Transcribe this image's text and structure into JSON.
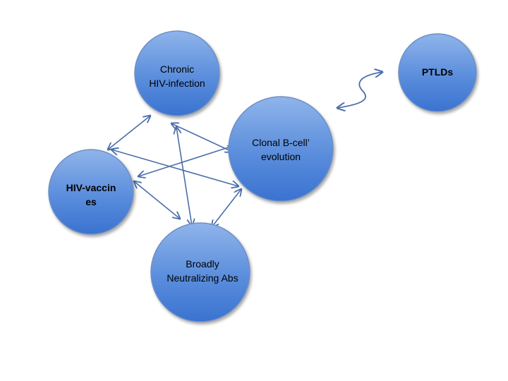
{
  "diagram": {
    "nodes": [
      {
        "id": "chronic",
        "label": "Chronic\nHIV-infection"
      },
      {
        "id": "ptlds",
        "label": "PTLDs"
      },
      {
        "id": "clonal",
        "label": "Clonal B-cell’\nevolution"
      },
      {
        "id": "vaccines",
        "label": "HIV-vaccin\nes"
      },
      {
        "id": "bnabs",
        "label": "Broadly\nNeutralizing Abs"
      }
    ],
    "edges": [
      {
        "from": "chronic",
        "to": "vaccines",
        "style": "double-arrow"
      },
      {
        "from": "chronic",
        "to": "clonal",
        "style": "double-arrow"
      },
      {
        "from": "chronic",
        "to": "bnabs",
        "style": "double-arrow"
      },
      {
        "from": "vaccines",
        "to": "clonal",
        "style": "double-arrow"
      },
      {
        "from": "vaccines",
        "to": "bnabs",
        "style": "double-arrow"
      },
      {
        "from": "clonal",
        "to": "bnabs",
        "style": "double-arrow"
      },
      {
        "from": "bnabs",
        "to": "chronic",
        "style": "double-arrow"
      },
      {
        "from": "ptlds",
        "to": "clonal",
        "style": "curved-double-arrow"
      }
    ],
    "colors": {
      "node_fill_top": "#7fa9e6",
      "node_fill_bottom": "#3f78d4",
      "node_stroke": "#6f8fc4",
      "edge": "#4a6ea8"
    }
  }
}
